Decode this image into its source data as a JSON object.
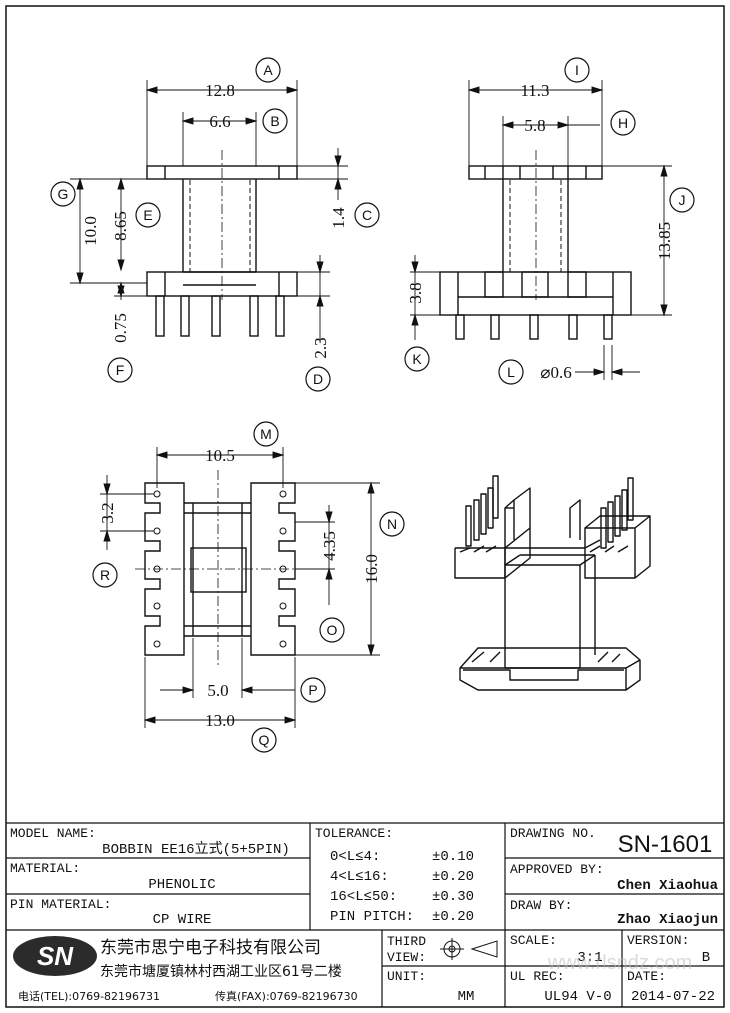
{
  "dimensions": {
    "front": {
      "A": "12.8",
      "B": "6.6",
      "C": "1.4",
      "D": "2.3",
      "E": "8.65",
      "F": "0.75",
      "G": "10.0"
    },
    "side": {
      "I": "11.3",
      "H": "5.8",
      "J": "13.85",
      "K": "3.8",
      "L": "⌀0.6"
    },
    "bottom": {
      "M": "10.5",
      "N": "16.0",
      "O": "4.35",
      "P": "5.0",
      "Q": "13.0",
      "R": "3.2"
    }
  },
  "bubbles": [
    "A",
    "B",
    "C",
    "D",
    "E",
    "F",
    "G",
    "H",
    "I",
    "J",
    "K",
    "L",
    "M",
    "N",
    "O",
    "P",
    "Q",
    "R"
  ],
  "title_block": {
    "model_name_label": "MODEL NAME:",
    "model_name": "BOBBIN EE16立式(5+5PIN)",
    "material_label": "MATERIAL:",
    "material": "PHENOLIC",
    "pin_material_label": "PIN MATERIAL:",
    "pin_material": "CP WIRE",
    "tolerance_label": "TOLERANCE:",
    "tolerances": [
      {
        "range": "0<L≤4:",
        "value": "±0.10"
      },
      {
        "range": "4<L≤16:",
        "value": "±0.20"
      },
      {
        "range": "16<L≤50:",
        "value": "±0.30"
      },
      {
        "range": "PIN PITCH:",
        "value": "±0.20"
      }
    ],
    "drawing_no_label": "DRAWING NO.",
    "drawing_no": "SN-1601",
    "approved_by_label": "APPROVED BY:",
    "approved_by": "Chen Xiaohua",
    "draw_by_label": "DRAW BY:",
    "draw_by": "Zhao Xiaojun",
    "third_view_label_1": "THIRD",
    "third_view_label_2": "VIEW:",
    "unit_label": "UNIT:",
    "unit": "MM",
    "scale_label": "SCALE:",
    "scale": "3:1",
    "version_label": "VERSION:",
    "version": "B",
    "ul_rec_label": "UL REC:",
    "ul_rec": "UL94 V-0",
    "date_label": "DATE:",
    "date": "2014-07-22",
    "logo": "SN",
    "company_name": "东莞市思宁电子科技有限公司",
    "company_address": "东莞市塘厦镇林村西湖工业区61号二楼",
    "tel": "电话(TEL):0769-82196731",
    "fax": "传真(FAX):0769-82196730",
    "watermark": "www.rlsndz.com"
  },
  "colors": {
    "line": "#111111",
    "logo_bg": "#2b2b2b",
    "logo_fg": "#ffffff"
  }
}
